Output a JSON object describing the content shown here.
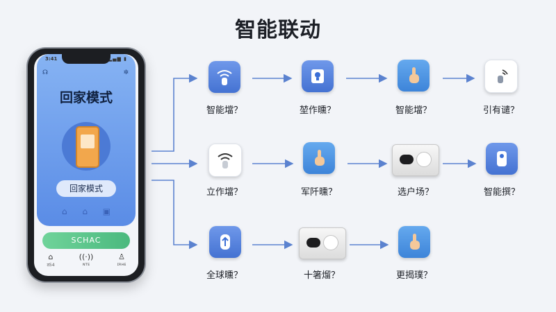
{
  "title": "智能联动",
  "phone": {
    "time": "3:41",
    "status_icons": "▂▄▆ ▮",
    "card_left_icon": "☊",
    "card_right_icon": "✲",
    "mode_title": "回家模式",
    "mode_pill": "回家模式",
    "card_icons": [
      "⌂",
      "⌂",
      "▣"
    ],
    "action_label": "SCHAC",
    "tabs": [
      {
        "icon": "⌂",
        "label": "ठ54"
      },
      {
        "icon": "((·))",
        "label": "ɴᴛᴇ"
      },
      {
        "icon": "♙",
        "label": "ɪʀʜᴇ"
      }
    ]
  },
  "rows": [
    {
      "nodes": [
        {
          "label": "智能壋？",
          "icon": "wifi-finger"
        },
        {
          "label": "堃作曛？",
          "icon": "bulb"
        },
        {
          "label": "智能壋？",
          "icon": "finger"
        },
        {
          "label": "引有谴？",
          "icon": "wifi-card"
        }
      ]
    },
    {
      "nodes": [
        {
          "label": "立作壋？",
          "icon": "wifi-finger"
        },
        {
          "label": "军阡曛？",
          "icon": "finger"
        },
        {
          "label": "选户场？",
          "icon": "device"
        },
        {
          "label": "智能撰？",
          "icon": "remote"
        }
      ]
    },
    {
      "nodes": [
        {
          "label": "全球曛？",
          "icon": "arrow-up"
        },
        {
          "label": "十箸熘？",
          "icon": "device"
        },
        {
          "label": "更揭璞？",
          "icon": "finger"
        }
      ]
    }
  ],
  "colors": {
    "arrow": "#5b82cf",
    "tile_blue": "#4f7fe0",
    "accent_green": "#57c48a"
  }
}
